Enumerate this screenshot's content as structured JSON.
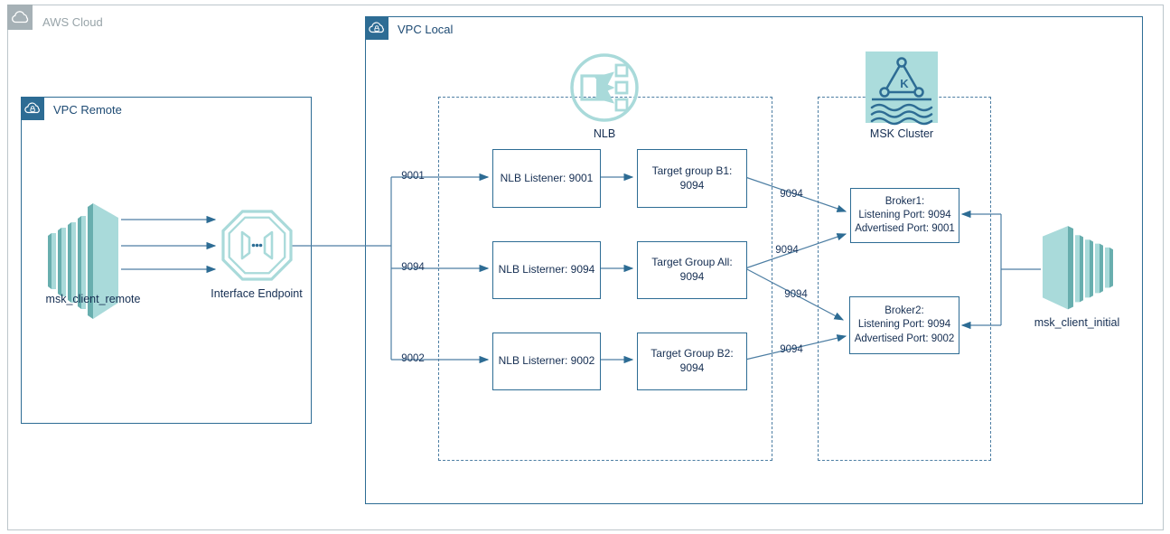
{
  "containers": {
    "aws_cloud": "AWS Cloud",
    "vpc_remote": "VPC Remote",
    "vpc_local": "VPC Local"
  },
  "groups": {
    "nlb": "NLB",
    "msk_cluster": "MSK Cluster"
  },
  "nodes": {
    "msk_client_remote": "msk_client_remote",
    "interface_endpoint": "Interface Endpoint",
    "msk_client_initial": "msk_client_initial",
    "nlb_listener_1": "NLB Listener: 9001",
    "nlb_listener_2": "NLB Listerner: 9094",
    "nlb_listener_3": "NLB Listerner: 9002",
    "target_group_1": {
      "l1": "Target group B1:",
      "l2": "9094"
    },
    "target_group_2": {
      "l1": "Target Group All:",
      "l2": "9094"
    },
    "target_group_3": {
      "l1": "Target Group B2:",
      "l2": "9094"
    },
    "broker_1": {
      "l1": "Broker1:",
      "l2": "Listening Port: 9094",
      "l3": "Advertised Port: 9001"
    },
    "broker_2": {
      "l1": "Broker2:",
      "l2": "Listening Port: 9094",
      "l3": "Advertised Port: 9002"
    }
  },
  "edge_labels": {
    "endpoint_to_listener1": "9001",
    "endpoint_to_listener2": "9094",
    "endpoint_to_listener3": "9002",
    "tg1_to_broker1": "9094",
    "tg2_to_broker1": "9094",
    "tg2_to_broker2": "9094",
    "tg3_to_broker2": "9094"
  },
  "msk_icon_letter": "K",
  "colors": {
    "aws_gray": "#a6b1b6",
    "vpc_blue": "#2d6c94",
    "line_blue": "#4d7ea3",
    "teal_light": "#a9dada",
    "teal_dark": "#68aeae",
    "text_dark": "#152e52"
  }
}
